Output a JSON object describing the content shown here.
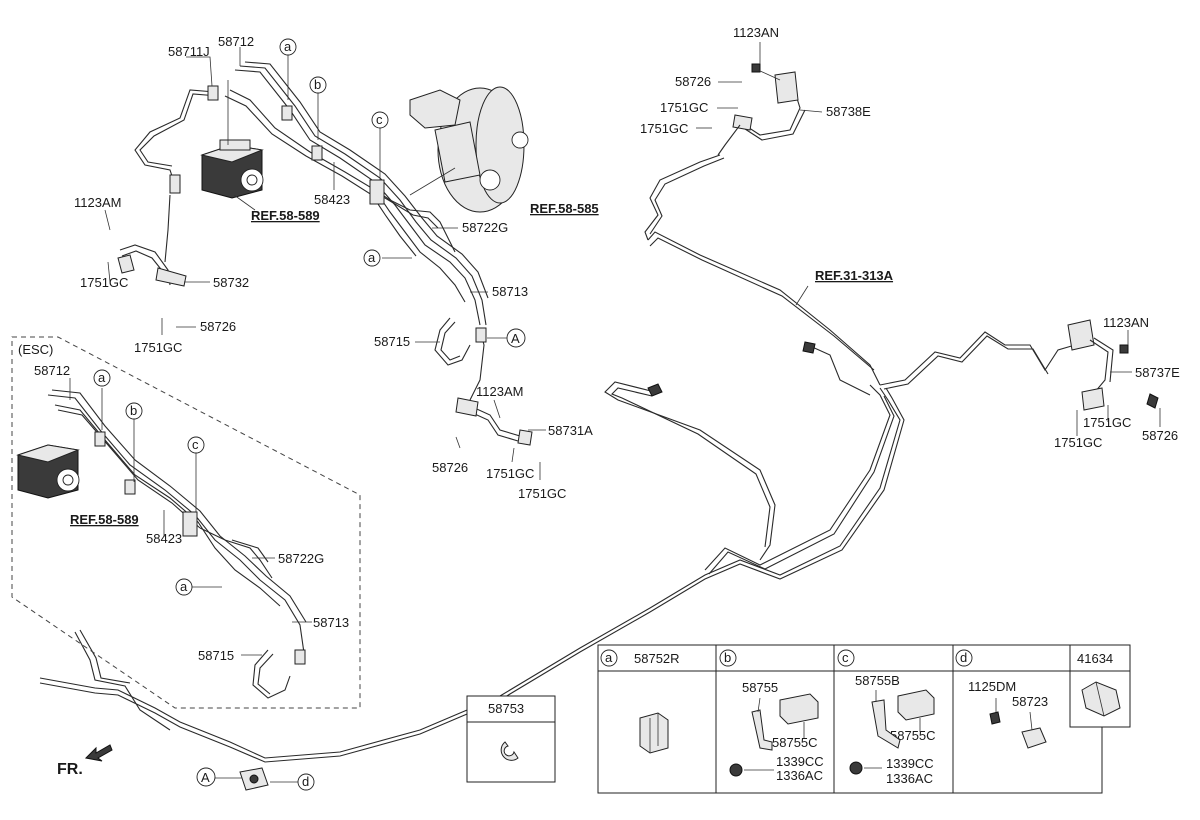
{
  "labels": {
    "p58711J": "58711J",
    "p58712_top": "58712",
    "p1123AM_left": "1123AM",
    "p1751GC_left1": "1751GC",
    "p58732": "58732",
    "p58726_left": "58726",
    "p1751GC_left2": "1751GC",
    "p58423_top": "58423",
    "ref_58589_top": "REF.58-589",
    "ref_58585": "REF.58-585",
    "p58722G_top": "58722G",
    "p58713_top": "58713",
    "p58715_top": "58715",
    "p1123AM_mid": "1123AM",
    "p58731A": "58731A",
    "p58726_mid": "58726",
    "p1751GC_mid1": "1751GC",
    "p1751GC_mid2": "1751GC",
    "p1123AN_top": "1123AN",
    "p58726_topright": "58726",
    "p1751GC_tr1": "1751GC",
    "p1751GC_tr2": "1751GC",
    "p58738E": "58738E",
    "ref_31313A": "REF.31-313A",
    "p1123AN_right": "1123AN",
    "p58737E": "58737E",
    "p1751GC_r1": "1751GC",
    "p1751GC_r2": "1751GC",
    "p58726_right": "58726",
    "esc_label": "(ESC)",
    "esc_58712": "58712",
    "esc_ref_58589": "REF.58-589",
    "esc_58423": "58423",
    "esc_58722G": "58722G",
    "esc_58713": "58713",
    "esc_58715": "58715",
    "p58753": "58753",
    "fr_label": "FR."
  },
  "callouts": {
    "a": "a",
    "b": "b",
    "c": "c",
    "d": "d",
    "A": "A"
  },
  "legend": {
    "a": {
      "letter": "a",
      "part": "58752R"
    },
    "b": {
      "letter": "b",
      "parts": [
        "58755",
        "58755C",
        "1339CC",
        "1336AC"
      ]
    },
    "c": {
      "letter": "c",
      "parts": [
        "58755B",
        "58755C",
        "1339CC",
        "1336AC"
      ]
    },
    "d": {
      "letter": "d",
      "parts": [
        "1125DM",
        "58723"
      ]
    },
    "e": {
      "part": "41634"
    }
  }
}
